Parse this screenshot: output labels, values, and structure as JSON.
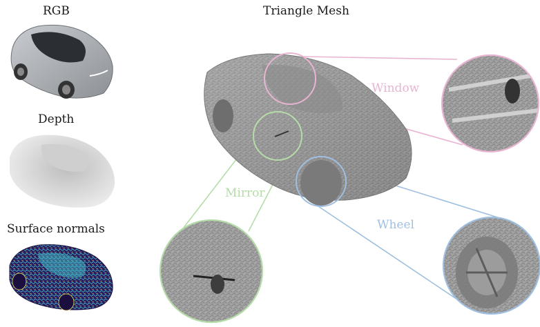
{
  "panels": {
    "rgb": "RGB",
    "depth": "Depth",
    "normals": "Surface normals",
    "mesh": "Triangle Mesh"
  },
  "zooms": {
    "window": "Window",
    "mirror": "Mirror",
    "wheel": "Wheel"
  },
  "colors": {
    "window": "#e8b4d2",
    "mirror": "#b5dca8",
    "wheel": "#9fbfe0",
    "mesh_gray": "#9a9a9a",
    "car_body": "#a8acb0"
  }
}
